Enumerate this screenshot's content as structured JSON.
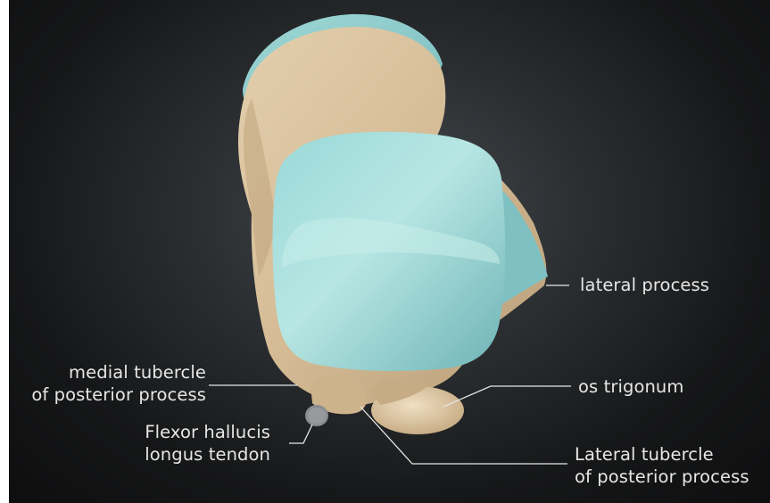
{
  "labels": {
    "lateral_process": "lateral process",
    "medial_tubercle": [
      "medial tubercle",
      "of posterior process"
    ],
    "os_trigonum": "os trigonum",
    "flexor_tendon": [
      "Flexor hallucis",
      "longus tendon"
    ],
    "lateral_tubercle": [
      "Lateral tubercle",
      "of posterior process"
    ]
  },
  "colors": {
    "background": "#1b1c1e",
    "bone": "#d6bf9c",
    "cartilage": "#8ecfcf",
    "leader_line": "#e6e6e6"
  }
}
